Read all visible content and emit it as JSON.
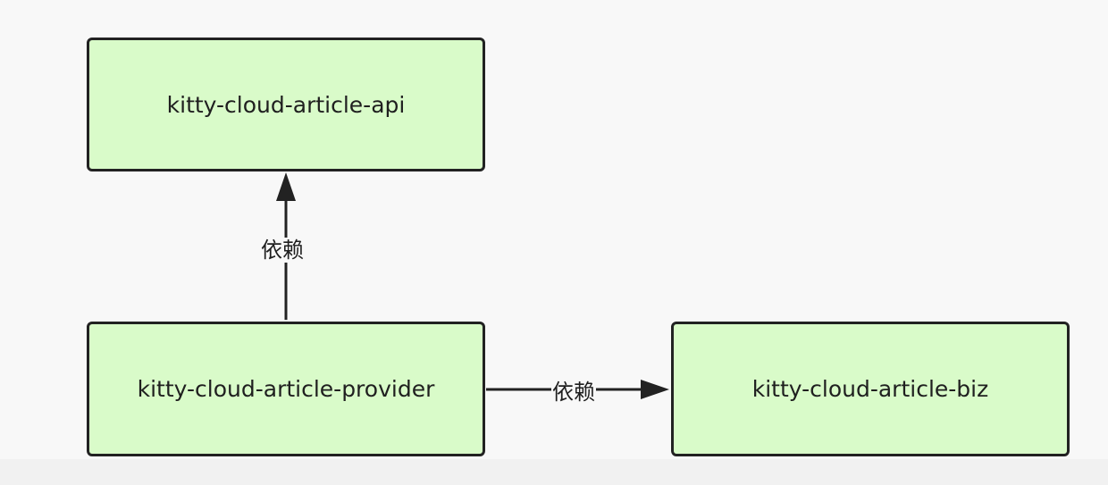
{
  "colors": {
    "background": "#f8f8f8",
    "node_fill": "#d9fbc9",
    "node_border": "#222222",
    "edge": "#222222",
    "text": "#1f1f1f"
  },
  "nodes": {
    "api": "kitty-cloud-article-api",
    "provider": "kitty-cloud-article-provider",
    "biz": "kitty-cloud-article-biz"
  },
  "edges": [
    {
      "from": "provider",
      "to": "api",
      "label": "依赖"
    },
    {
      "from": "provider",
      "to": "biz",
      "label": "依赖"
    }
  ]
}
